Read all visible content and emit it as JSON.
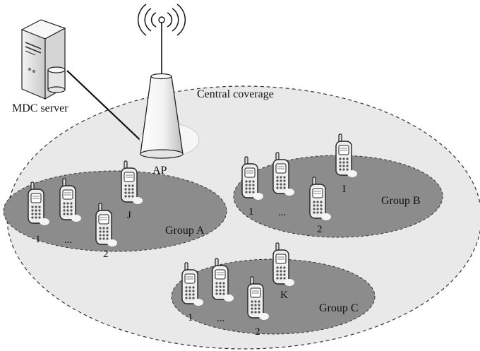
{
  "labels": {
    "mdc_server": "MDC server",
    "central_coverage": "Central coverage",
    "ap": "AP"
  },
  "groups": [
    {
      "name": "Group A",
      "tags": {
        "first": "1",
        "ellipsis": "...",
        "second": "2",
        "special": "J"
      }
    },
    {
      "name": "Group B",
      "tags": {
        "first": "1",
        "ellipsis": "...",
        "second": "2",
        "special": "I"
      }
    },
    {
      "name": "Group C",
      "tags": {
        "first": "1",
        "ellipsis": "...",
        "second": "2",
        "special": "K"
      }
    }
  ],
  "colors": {
    "coverage_fill": "#e9e9e9",
    "group_fill": "#8c8c8c",
    "device_body": "#eeeeee",
    "outline": "#222222"
  }
}
